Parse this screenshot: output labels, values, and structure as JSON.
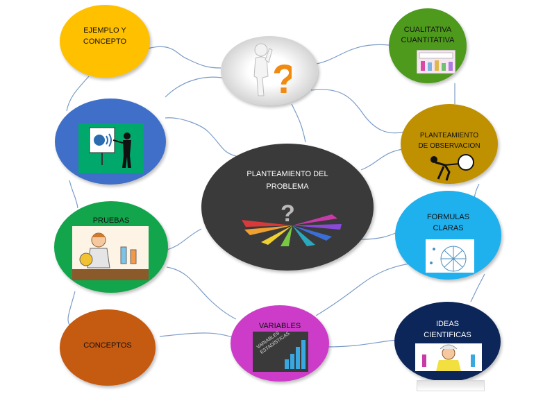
{
  "center": {
    "label_line1": "PLANTEAMIENTO  DEL",
    "label_line2": "PROBLEMA"
  },
  "nodes": {
    "ejemplo": {
      "line1": "EJEMPLO Y",
      "line2": "CONCEPTO",
      "color": "#FFC000"
    },
    "cualitativa": {
      "line1": "CUALITATIVA",
      "line2": "CUANTITATIVA",
      "color": "#4E9A1C"
    },
    "observacion": {
      "line1": "PLANTEAMIENTO",
      "line2": "DE OBSERVACION",
      "color": "#BF9000"
    },
    "formulas": {
      "line1": "FORMULAS",
      "line2": "CLARAS",
      "color": "#1FB0EE"
    },
    "ideas": {
      "line1": "IDEAS",
      "line2": "CIENTIFICAS",
      "color": "#0D2659"
    },
    "variables": {
      "line1": "VARIABLES",
      "color": "#CC3CC8",
      "chart_text": "VARIABLES ESTADÍSTICAS"
    },
    "conceptos": {
      "line1": "CONCEPTOS",
      "color": "#C55A11"
    },
    "pruebas": {
      "line1": "PRUEBAS",
      "color": "#12A54C"
    },
    "presentacion": {
      "color": "#3F6FC8"
    },
    "pregunta": {
      "color": "#E8E8E8"
    }
  }
}
